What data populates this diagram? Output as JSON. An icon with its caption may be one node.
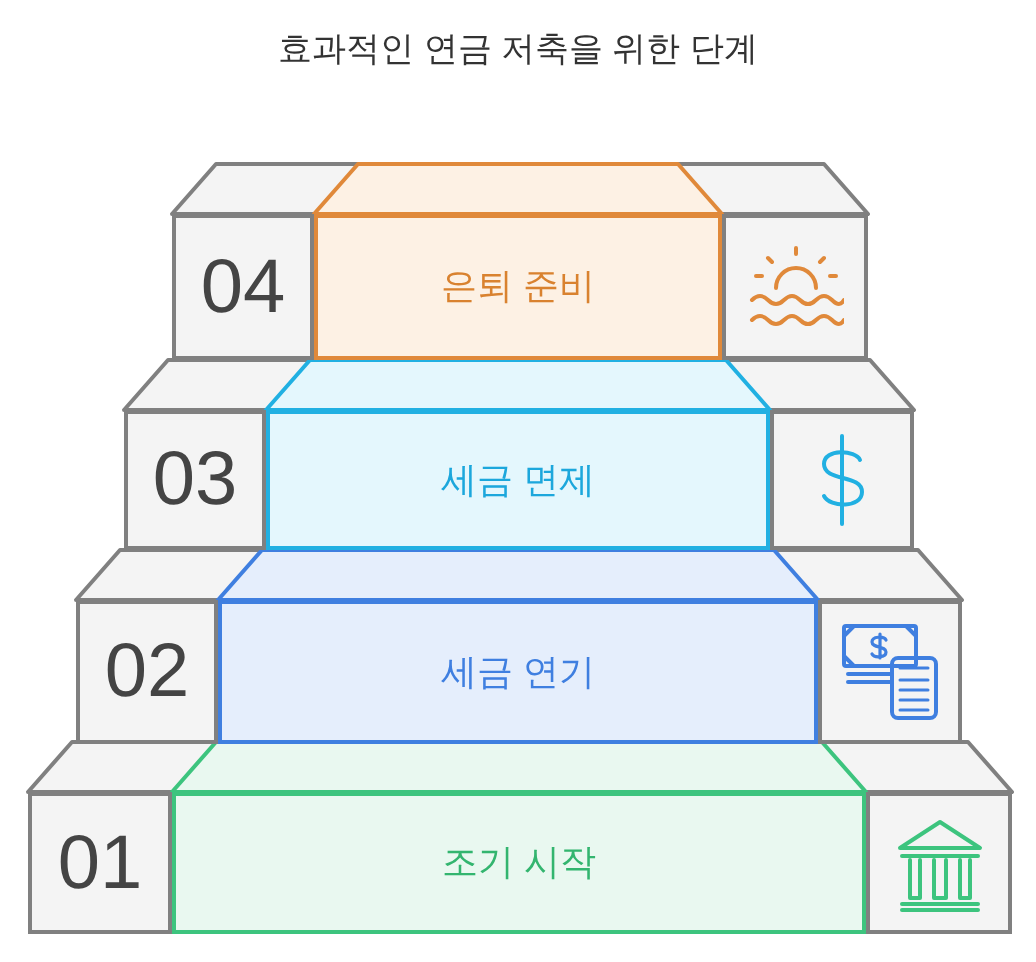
{
  "diagram": {
    "title": "효과적인 연금 저축을 위한 단계",
    "nodes": [
      {
        "text": [
          "04"
        ]
      },
      {
        "text": [
          "은퇴 준비"
        ]
      },
      {
        "text": [],
        "shape": "box"
      },
      {
        "text": [
          "03"
        ]
      },
      {
        "text": [
          "세금 면제"
        ]
      },
      {
        "text": [],
        "shape": "box"
      },
      {
        "text": [
          "02"
        ]
      },
      {
        "text": [
          "세금 연기"
        ]
      },
      {
        "text": [],
        "shape": "box"
      },
      {
        "text": [
          "01"
        ]
      },
      {
        "text": [
          "조기 시작"
        ]
      },
      {
        "text": [],
        "shape": "box"
      }
    ]
  }
}
